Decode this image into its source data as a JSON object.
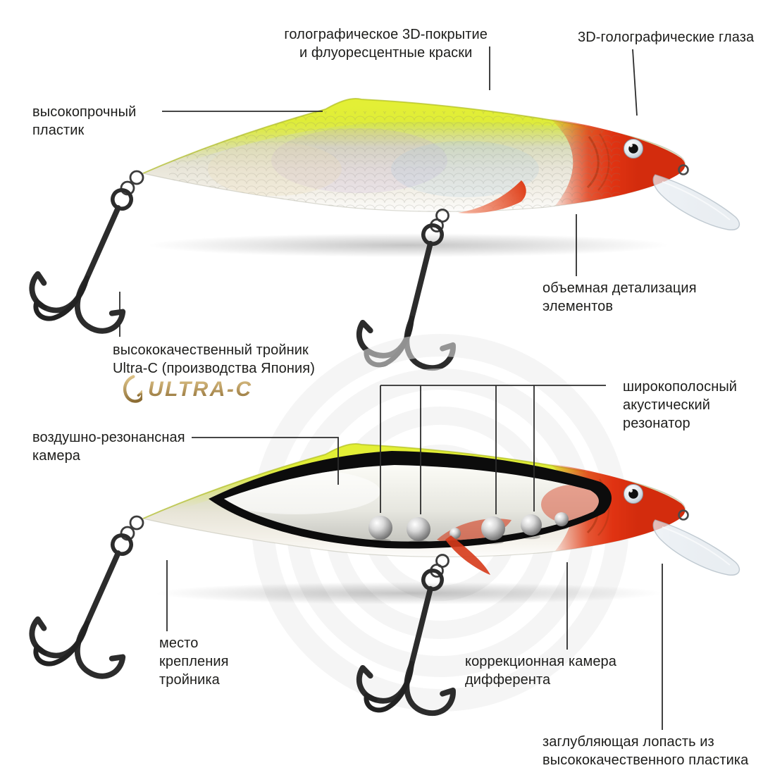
{
  "labels": {
    "coating": "голографическое 3D-покрытие\nи флуоресцентные краски",
    "eyes": "3D-голографические глаза",
    "plastic": "высокопрочный\nпластик",
    "detail": "объемная детализация\nэлементов",
    "hook_quality": "высококачественный тройник\nUltra-C (производства Япония)",
    "resonator": "широкополосный\nакустический\nрезонатор",
    "air_chamber": "воздушно-резонансная\nкамера",
    "hook_mount": "место\nкрепления\nтройника",
    "trim_chamber": "коррекционная камера\nдифферента",
    "diving_lip": "заглубляющая лопасть из\nвысококачественного пластика"
  },
  "logo": {
    "text": "ULTRA-C"
  },
  "icons": {
    "brand_hook": "fishhook-icon"
  },
  "colors": {
    "lure_chartreuse": "#dce63a",
    "lure_red": "#df3513",
    "lure_silver": "#e6e3d6",
    "brand_gold": "#b3945a",
    "hook_black": "#2c2c2c",
    "label_text": "#1d1d1b",
    "leader_line": "#2c2c2c"
  }
}
